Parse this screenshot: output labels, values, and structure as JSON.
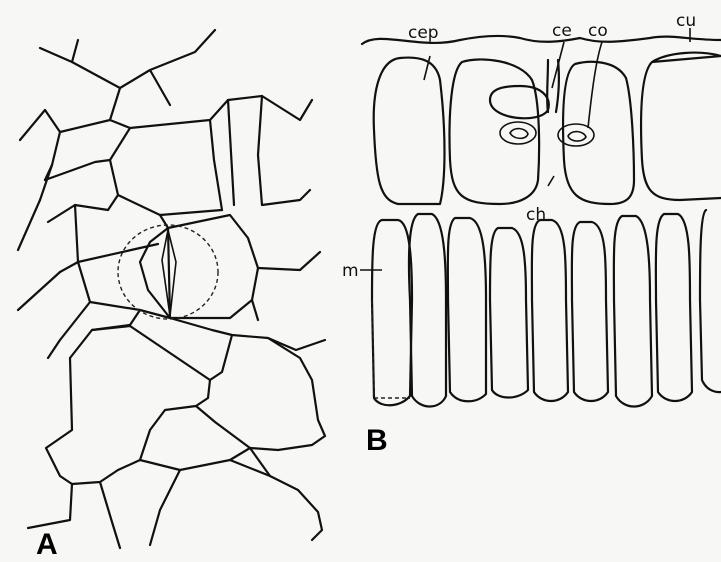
{
  "figure": {
    "panels": [
      {
        "id": "A",
        "label": "A"
      },
      {
        "id": "B",
        "label": "B"
      }
    ],
    "annotations": {
      "cep": "cep",
      "ce": "ce",
      "co": "co",
      "cu": "cu",
      "ch": "ch",
      "m": "m"
    }
  },
  "colors": {
    "line": "#111111",
    "background": "#f7f7f5"
  }
}
